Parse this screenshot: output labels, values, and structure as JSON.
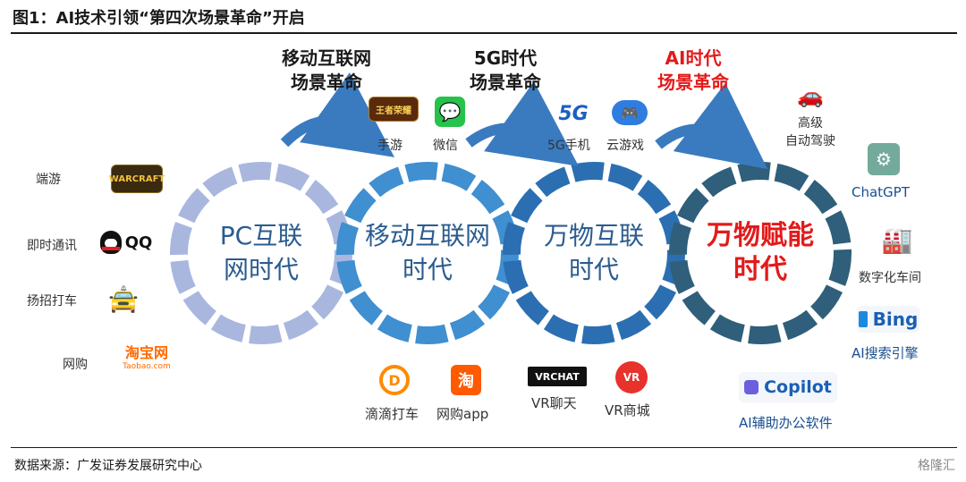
{
  "header": {
    "title": "图1：AI技术引领“第四次场景革命”开启"
  },
  "footer": {
    "source": "数据来源：广发证券发展研究中心",
    "watermark": "格隆汇"
  },
  "eras": [
    {
      "head": "移动互联网\n场景革命",
      "red": false
    },
    {
      "head": "5G时代\n场景革命",
      "red": false
    },
    {
      "head": "AI时代\n场景革命",
      "red": true
    }
  ],
  "rings": [
    {
      "text": "PC互联\n网时代",
      "strong": false
    },
    {
      "text": "移动互联网\n时代",
      "strong": false
    },
    {
      "text": "万物互联\n时代",
      "strong": false
    },
    {
      "text": "万物赋能\n时代",
      "strong": true
    }
  ],
  "left_items": [
    {
      "label": "端游",
      "icon": "warcraft-logo",
      "logo_text": "WARCRAFT"
    },
    {
      "label": "即时通讯",
      "icon": "qq-logo",
      "logo_text": "QQ"
    },
    {
      "label": "扬招打车",
      "icon": "taxi-hail-icon",
      "logo_text": "🚖"
    },
    {
      "label": "网购",
      "icon": "taobao-logo",
      "logo_text": "淘宝网",
      "logo_sub": "Taobao.com"
    }
  ],
  "top_items": [
    {
      "label": "手游",
      "icon": "honor-of-kings-logo",
      "logo_text": "王者荣耀"
    },
    {
      "label": "微信",
      "icon": "wechat-icon",
      "logo_text": "💬"
    },
    {
      "label": "5G手机",
      "icon": "5g-icon",
      "logo_text": "5G"
    },
    {
      "label": "云游戏",
      "icon": "cloud-gamepad-icon",
      "logo_text": "🎮"
    }
  ],
  "bottom_items": [
    {
      "label": "滴滴打车",
      "icon": "didi-icon",
      "logo_text": "D"
    },
    {
      "label": "网购app",
      "icon": "taobao-app-icon",
      "logo_text": "淘"
    },
    {
      "label": "VR聊天",
      "icon": "vrchat-logo",
      "logo_text": "VRCHAT"
    },
    {
      "label": "VR商城",
      "icon": "vr-headset-icon",
      "logo_text": "VR"
    }
  ],
  "right_items": [
    {
      "label": "高级\n自动驾驶",
      "icon": "autonomous-car-icon",
      "logo_text": "🚗"
    },
    {
      "label": "ChatGPT",
      "icon": "chatgpt-icon",
      "logo_text": "⚙"
    },
    {
      "label": "数字化车间",
      "icon": "factory-icon",
      "logo_text": "🏭"
    },
    {
      "label": "AI搜索引擎",
      "icon": "bing-logo",
      "logo_text": "Bing"
    },
    {
      "label": "AI辅助办公软件",
      "icon": "copilot-logo",
      "logo_text": "Copilot"
    }
  ],
  "colors": {
    "ring1": "#a9b7df",
    "ring2": "#3f8fd1",
    "ring3": "#2b6fb2",
    "ring4": "#2f5f7a",
    "accent_red": "#e31a1a",
    "arrow": "#3a7bc0"
  }
}
